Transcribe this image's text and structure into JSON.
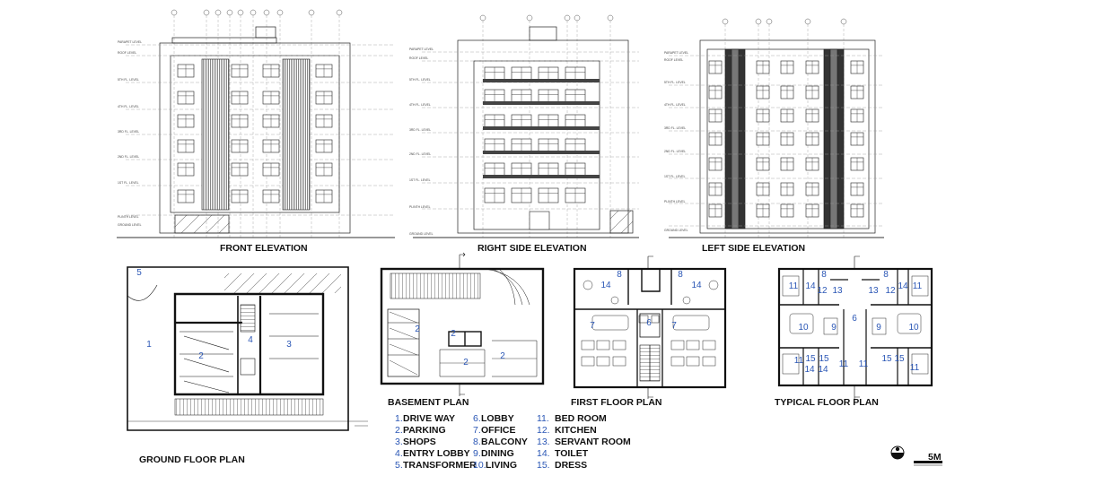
{
  "drawing_titles": {
    "front_elevation": "FRONT ELEVATION",
    "right_side_elevation": "RIGHT SIDE ELEVATION",
    "left_side_elevation": "LEFT SIDE ELEVATION",
    "ground_floor_plan": "GROUND FLOOR PLAN",
    "basement_plan": "BASEMENT PLAN",
    "first_floor_plan": "FIRST FLOOR PLAN",
    "typical_floor_plan": "TYPICAL FLOOR PLAN"
  },
  "level_labels": [
    "PARAPET LEVEL",
    "ROOF LEVEL",
    "5TH FL. LEVEL",
    "4TH FL. LEVEL",
    "3RD FL. LEVEL",
    "2ND FL. LEVEL",
    "1ST FL. LEVEL",
    "PLINTH LEVEL",
    "GROUND LEVEL"
  ],
  "legend": [
    {
      "num": "1.",
      "label": "DRIVE WAY"
    },
    {
      "num": "2.",
      "label": "PARKING"
    },
    {
      "num": "3.",
      "label": "SHOPS"
    },
    {
      "num": "4.",
      "label": "ENTRY LOBBY"
    },
    {
      "num": "5.",
      "label": "TRANSFORMER"
    },
    {
      "num": "6.",
      "label": "LOBBY"
    },
    {
      "num": "7.",
      "label": "OFFICE"
    },
    {
      "num": "8.",
      "label": "BALCONY"
    },
    {
      "num": "9.",
      "label": "DINING"
    },
    {
      "num": "10.",
      "label": "LIVING"
    },
    {
      "num": "11.",
      "label": "BED ROOM"
    },
    {
      "num": "12.",
      "label": "KITCHEN"
    },
    {
      "num": "13.",
      "label": "SERVANT ROOM"
    },
    {
      "num": "14.",
      "label": "TOILET"
    },
    {
      "num": "15.",
      "label": "DRESS"
    }
  ],
  "scale_label": "5M",
  "plan_numbers": {
    "ground": [
      "5",
      "1",
      "2",
      "4",
      "3"
    ],
    "basement": [
      "2",
      "2",
      "2",
      "2"
    ],
    "first": [
      "8",
      "8",
      "14",
      "14",
      "6",
      "7",
      "7"
    ],
    "typical": [
      "8",
      "8",
      "11",
      "14",
      "12",
      "13",
      "13",
      "12",
      "14",
      "11",
      "10",
      "9",
      "6",
      "9",
      "10",
      "11",
      "15",
      "15",
      "15",
      "15",
      "11",
      "14",
      "14",
      "11",
      "11"
    ]
  },
  "colors": {
    "ink": "#111111",
    "label_blue": "#2a56b5",
    "hatch": "#444444"
  }
}
